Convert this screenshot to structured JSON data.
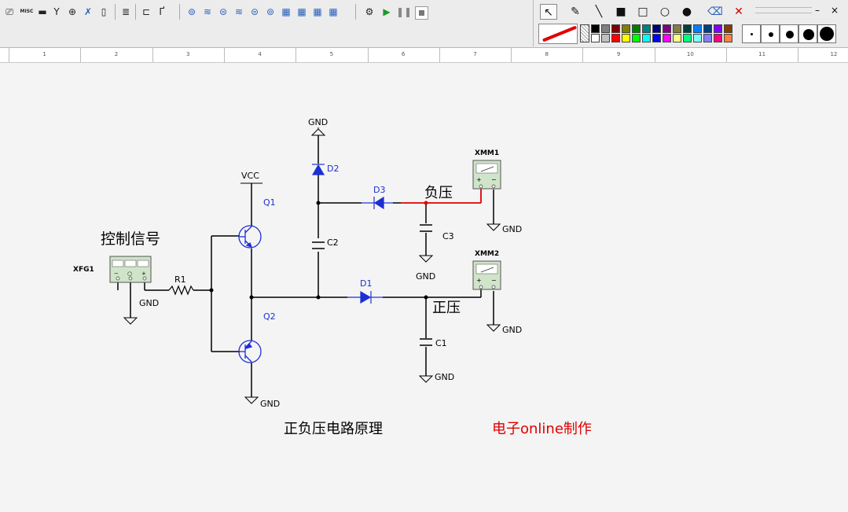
{
  "toolbar": {
    "misc_label": "MISC"
  },
  "colors": {
    "wire": "#000000",
    "component": "#1c2fd4",
    "label": "#1c2fd4",
    "highlight_wire": "#e00000",
    "instrument_fill": "#cfe4c8",
    "brand_text": "#e00000"
  },
  "draw_panel": {
    "palette": [
      "#000000",
      "#808080",
      "#800000",
      "#808000",
      "#008000",
      "#008080",
      "#000080",
      "#800080",
      "#808040",
      "#004040",
      "#0080ff",
      "#004080",
      "#8000ff",
      "#804000",
      "#ffffff",
      "#c0c0c0",
      "#ff0000",
      "#ffff00",
      "#00ff00",
      "#00ffff",
      "#0000ff",
      "#ff00ff",
      "#ffff80",
      "#00ff80",
      "#80ffff",
      "#8080ff",
      "#ff0080",
      "#ff8040"
    ]
  },
  "ruler": {
    "ticks": [
      "1",
      "2",
      "3",
      "4",
      "5",
      "6",
      "7",
      "8",
      "9",
      "10",
      "11",
      "12"
    ]
  },
  "schematic": {
    "gnd_top": "GND",
    "d2": "D2",
    "vcc": "VCC",
    "q1": "Q1",
    "d3": "D3",
    "negative_voltage": "负压",
    "xmm1": "XMM1",
    "gnd_xmm1": "GND",
    "control_signal": "控制信号",
    "c2": "C2",
    "c3": "C3",
    "xfg1": "XFG1",
    "gnd_c3": "GND",
    "xmm2": "XMM2",
    "r1": "R1",
    "d1": "D1",
    "gnd_xfg1": "GND",
    "positive_voltage": "正压",
    "gnd_xmm2": "GND",
    "q2": "Q2",
    "c1": "C1",
    "gnd_c1": "GND",
    "gnd_q2": "GND",
    "title": "正负压电路原理",
    "credit": "电子online制作"
  }
}
